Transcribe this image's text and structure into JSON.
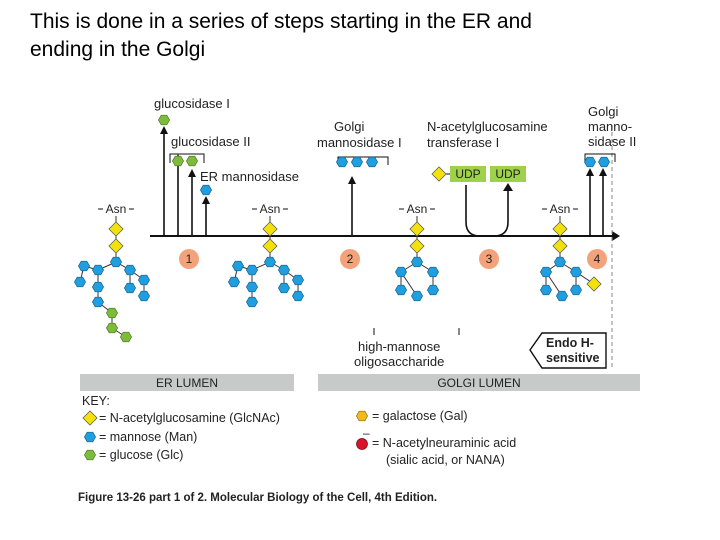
{
  "slide": {
    "title_line1": "This is done in a series of steps starting in the ER and",
    "title_line2": "ending in the Golgi"
  },
  "diagram": {
    "enzymes": {
      "glucosidase_1": "glucosidase I",
      "glucosidase_2": "glucosidase II",
      "er_mannosidase": "ER mannosidase",
      "golgi_mannosidase_1_line1": "Golgi",
      "golgi_mannosidase_1_line2": "mannosidase I",
      "glcnac_transferase_line1": "N-acetylglucosamine",
      "glcnac_transferase_line2": "transferase I",
      "golgi_mannosidase_2_line1": "Golgi",
      "golgi_mannosidase_2_line2": "manno-",
      "golgi_mannosidase_2_line3": "sidase II"
    },
    "donors": [
      "UDP",
      "UDP"
    ],
    "asn_label": "Asn",
    "steps": [
      "1",
      "2",
      "3",
      "4"
    ],
    "high_mannose_line1": "high-mannose",
    "high_mannose_line2": "oligosaccharide",
    "endo_h_line1": "Endo H-",
    "endo_h_line2": "sensitive",
    "er_lumen": "ER LUMEN",
    "golgi_lumen": "GOLGI LUMEN"
  },
  "key": {
    "title": "KEY:",
    "glcnac": "= N-acetylglucosamine (GlcNAc)",
    "mannose": "= mannose (Man)",
    "glucose": "= glucose (Glc)",
    "galactose": "= galactose (Gal)",
    "nana_line1": "= N-acetylneuraminic acid",
    "nana_line2": "(sialic acid, or NANA)",
    "minus": "–"
  },
  "caption": "Figure 13-26 part 1 of 2. Molecular Biology of the Cell, 4th Edition.",
  "colors": {
    "glcnac": "#f2e10c",
    "mannose": "#1f9fe0",
    "glucose": "#7dbb3c",
    "galactose": "#f2bb1a",
    "nana": "#d9132a",
    "step_circle": "#f4a27a",
    "lumen_bar": "#c8c9c9",
    "udp_box": "#9fd14a"
  }
}
